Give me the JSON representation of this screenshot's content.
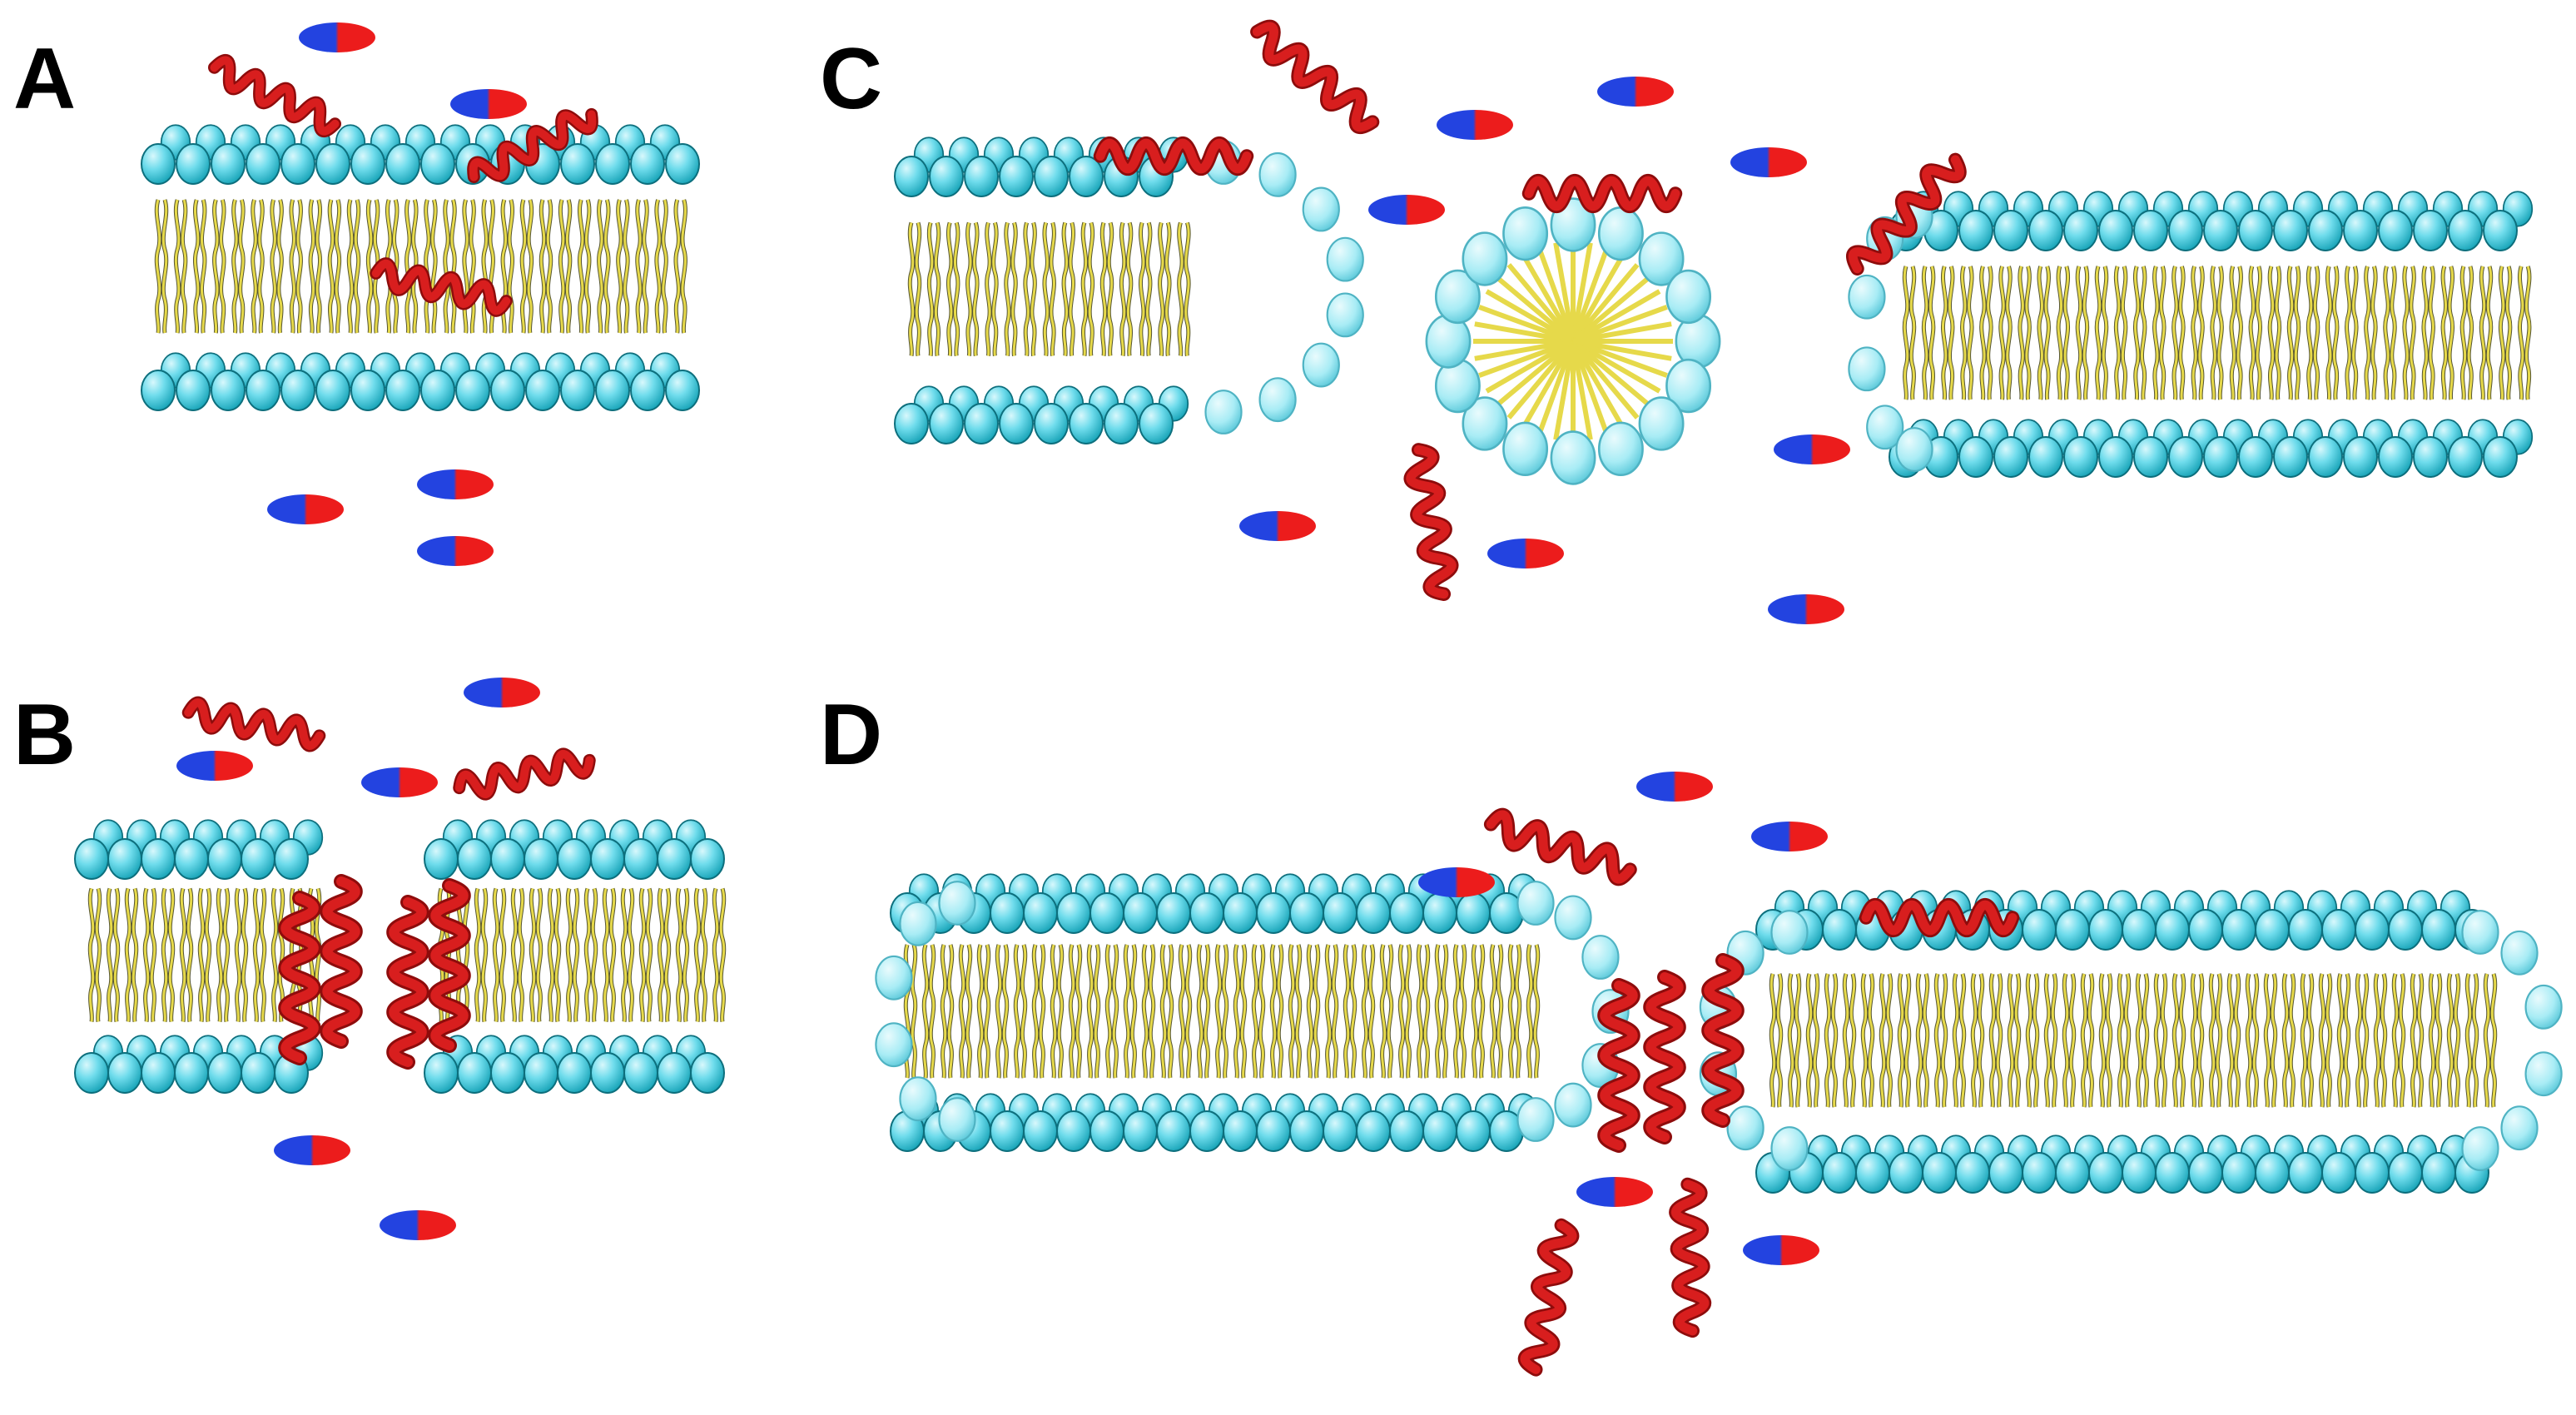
{
  "figure": {
    "panels": [
      {
        "label": "A"
      },
      {
        "label": "B"
      },
      {
        "label": "C"
      },
      {
        "label": "D"
      }
    ]
  },
  "colors": {
    "lipid_head": "#4fd4e6",
    "lipid_head_dark": "#1aa7ba",
    "lipid_head_light": "#c9f3f9",
    "lipid_tail": "#e6d94a",
    "lipid_tail_outline": "#555533",
    "helix": "#d81e1e",
    "helix_dark": "#8e0c0c",
    "molecule_blue": "#2343e0",
    "molecule_red": "#ec1c1c",
    "background": "#ffffff"
  }
}
